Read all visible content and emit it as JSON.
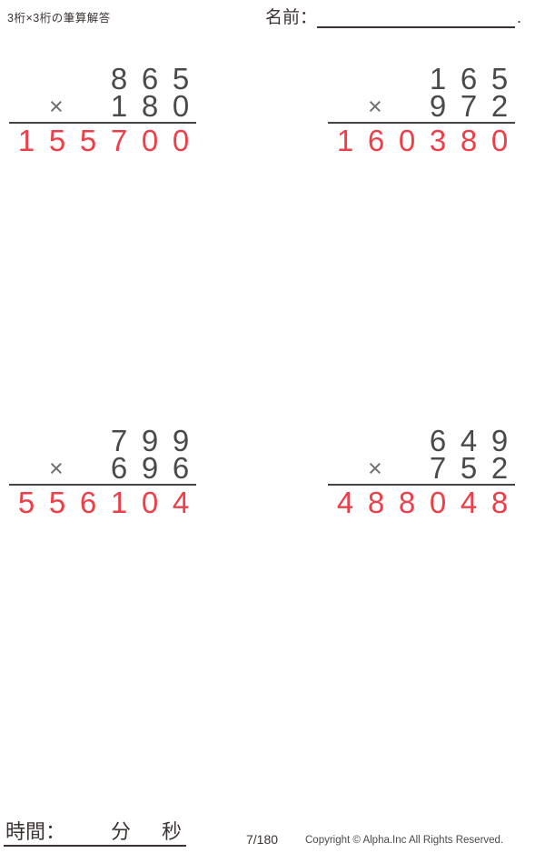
{
  "page": {
    "title": "3桁×3桁の筆算解答",
    "name_label": "名前：",
    "name_suffix": ".",
    "time_label": "時間：",
    "minutes_label": "分",
    "seconds_label": "秒",
    "page_number": "7/180",
    "copyright": "Copyright © Alpha.Inc All Rights Reserved."
  },
  "colors": {
    "digit": "#4a4a4a",
    "operator": "#6e6e6e",
    "answer_red": "#ee3f48",
    "text_dark": "#3a3332",
    "line": "#444444",
    "copyright_gray": "#4a4a4a"
  },
  "problems": [
    {
      "multiplicand": "865",
      "operator": "×",
      "multiplier": "180",
      "answer": "155700"
    },
    {
      "multiplicand": "165",
      "operator": "×",
      "multiplier": "972",
      "answer": "160380"
    },
    {
      "multiplicand": "799",
      "operator": "×",
      "multiplier": "696",
      "answer": "556104"
    },
    {
      "multiplicand": "649",
      "operator": "×",
      "multiplier": "752",
      "answer": "488048"
    }
  ]
}
